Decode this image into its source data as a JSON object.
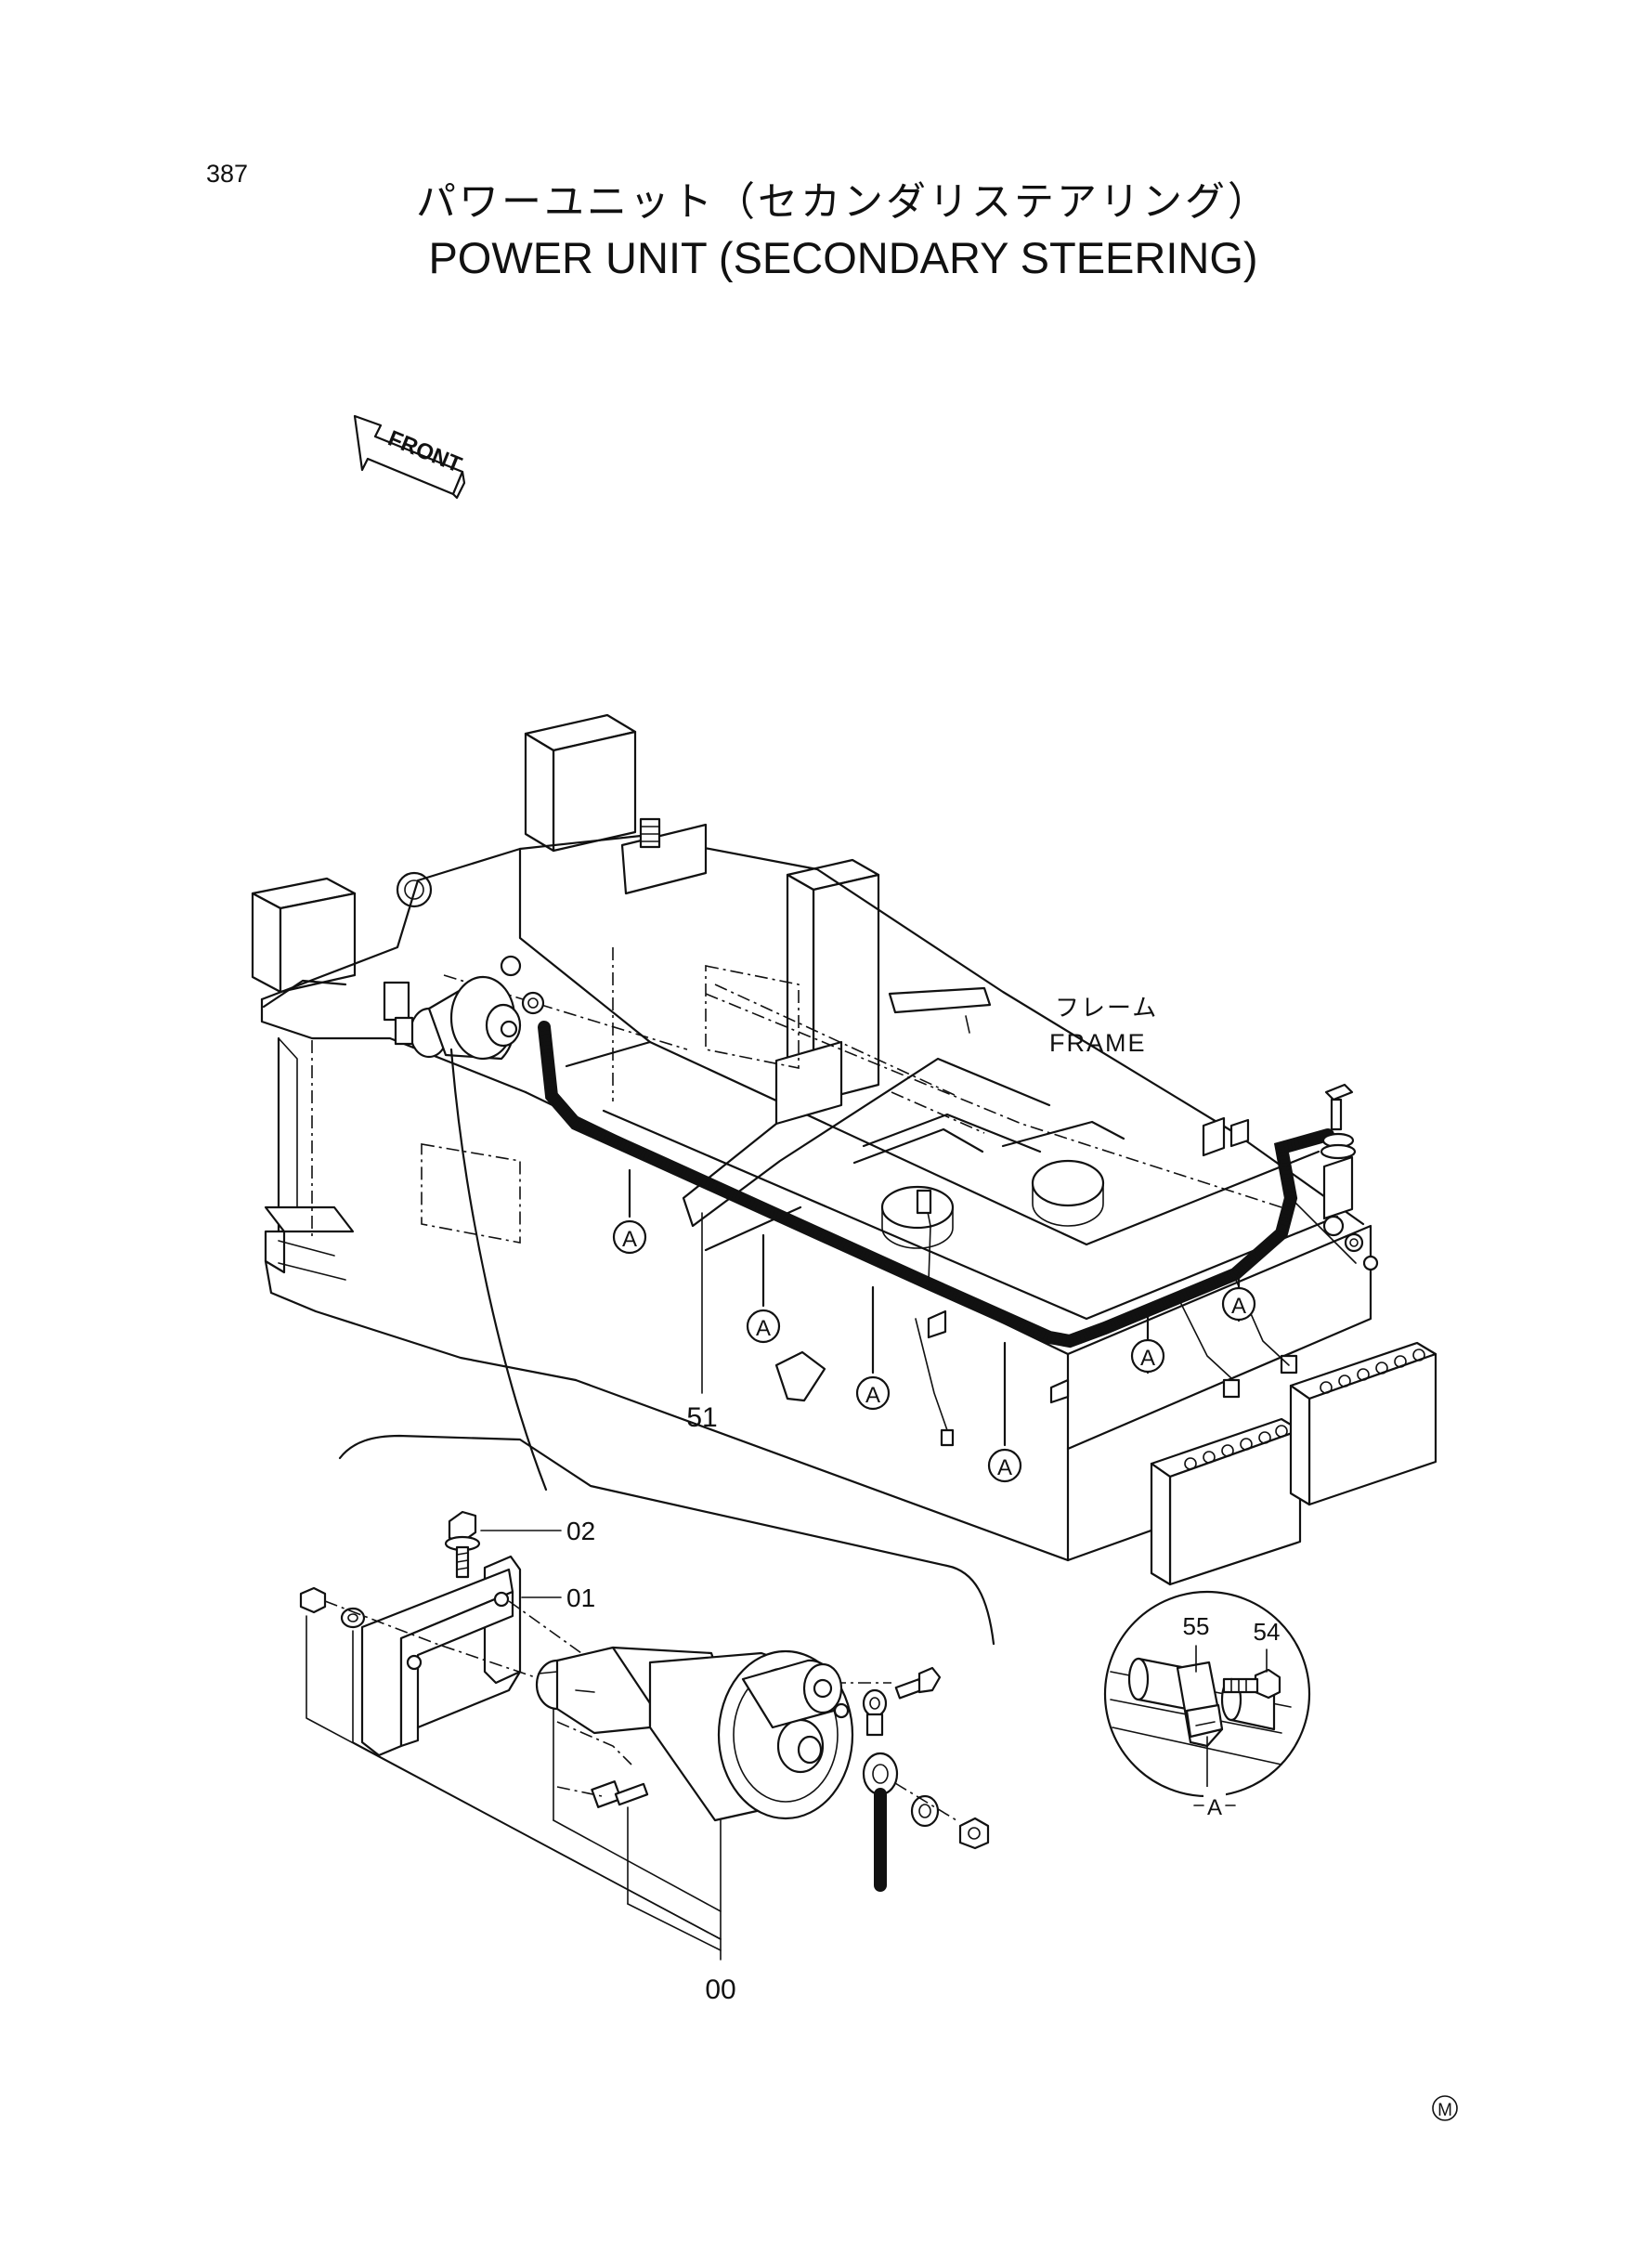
{
  "page_number": "387",
  "title_jp": "パワーユニット（セカンダリステアリング）",
  "title_en": "POWER UNIT (SECONDARY STEERING)",
  "front_label": "FRONT",
  "frame_label_jp": "フレーム",
  "frame_label_en": "FRAME",
  "callouts": {
    "motor": "00",
    "bracket": "01",
    "bolt": "02",
    "harness": "51",
    "bolt_detail": "54",
    "clamp": "55"
  },
  "clamp_marker": "A",
  "detail_label": "A",
  "corner_mark": "M"
}
